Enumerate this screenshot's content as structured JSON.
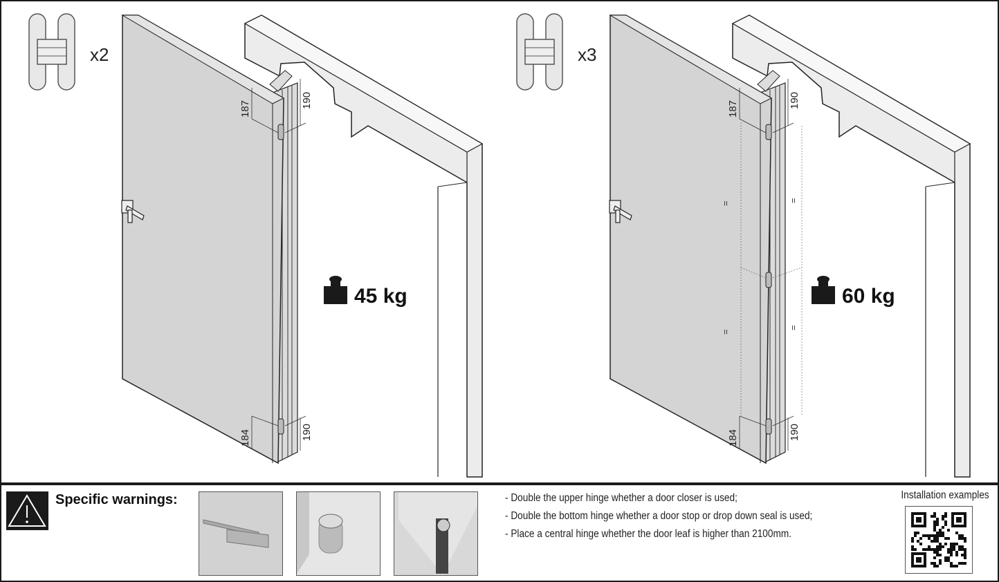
{
  "panels": [
    {
      "hinge_count": "x2",
      "weight": "45 kg",
      "dims": {
        "top_leaf": "187",
        "top_frame": "190",
        "bottom_leaf": "184",
        "bottom_frame": "190"
      },
      "central_hinge": false
    },
    {
      "hinge_count": "x3",
      "weight": "60 kg",
      "dims": {
        "top_leaf": "187",
        "top_frame": "190",
        "bottom_leaf": "184",
        "bottom_frame": "190",
        "equal_mark": "="
      },
      "central_hinge": true
    }
  ],
  "warnings": {
    "title": "Specific warnings:",
    "images": [
      "door-closer",
      "door-stop",
      "drop-down-seal"
    ],
    "notes": [
      "- Double the upper hinge whether a door closer is used;",
      "- Double the bottom hinge whether a door stop or drop down seal is used;",
      "- Place a central hinge whether the door leaf is higher than 2100mm."
    ],
    "qr_label": "Installation examples"
  },
  "colors": {
    "door": "#d4d4d4",
    "frame": "#ececec",
    "dark": "#1a1a1a"
  }
}
